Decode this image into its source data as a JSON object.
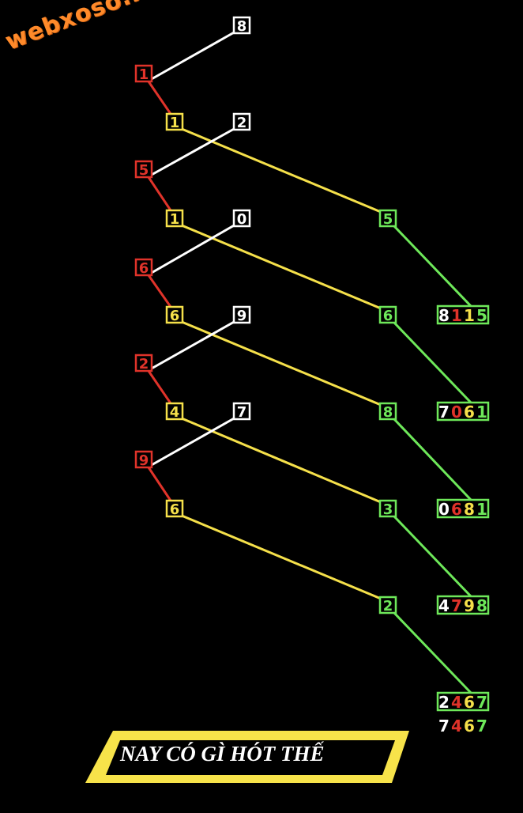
{
  "watermark": "webxoso.net",
  "colors": {
    "red": "#e0332a",
    "yellow": "#f5e04a",
    "white": "#ffffff",
    "green": "#6ee85a",
    "banner": "#f7e34a"
  },
  "red_column": [
    "1",
    "5",
    "6",
    "2",
    "9"
  ],
  "yellow_column": [
    "1",
    "1",
    "6",
    "4",
    "6"
  ],
  "white_column": [
    "8",
    "2",
    "0",
    "9",
    "7"
  ],
  "green_column": [
    "5",
    "6",
    "8",
    "3",
    "2"
  ],
  "results": [
    "8115",
    "7061",
    "0681",
    "4798",
    "2467"
  ],
  "final_result": "7467",
  "banner_text": "NAY CÓ GÌ HÓT THẾ"
}
